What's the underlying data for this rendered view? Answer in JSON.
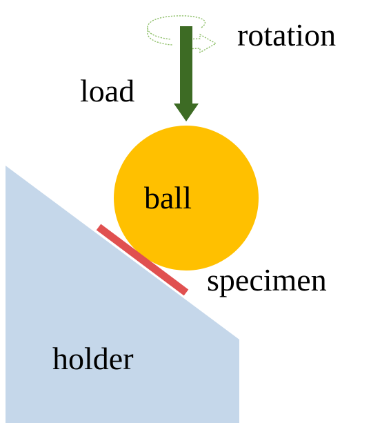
{
  "diagram": {
    "labels": {
      "rotation": "rotation",
      "load": "load",
      "ball": "ball",
      "specimen": "specimen",
      "holder": "holder"
    },
    "colors": {
      "holder": "#c5d7ea",
      "ball": "#ffc000",
      "specimen": "#e05050",
      "load_arrow": "#3d6b24",
      "rotation_arrow": "#8fc06a"
    },
    "icons": {
      "load": "down-arrow",
      "rotation": "circular-arrow"
    }
  }
}
